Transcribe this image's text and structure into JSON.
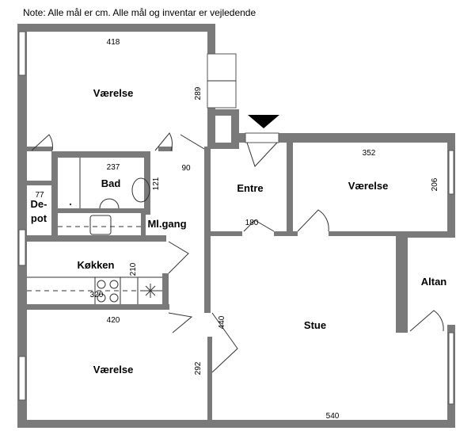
{
  "note": "Note: Alle mål er cm. Alle mål og inventar er vejledende",
  "rooms": {
    "vaerelse_top": "Værelse",
    "bad": "Bad",
    "depot_1": "De-",
    "depot_2": "pot",
    "ml_gang": "Ml.gang",
    "koekken": "Køkken",
    "vaerelse_bottom": "Værelse",
    "entre": "Entre",
    "vaerelse_right": "Værelse",
    "altan": "Altan",
    "stue": "Stue"
  },
  "dimensions": {
    "d418": "418",
    "d289": "289",
    "d237": "237",
    "d121": "121",
    "d90": "90",
    "d77": "77",
    "d210": "210",
    "d320": "320",
    "d420": "420",
    "d292": "292",
    "d180": "180",
    "d352": "352",
    "d206": "206",
    "d440": "440",
    "d540": "540"
  },
  "colors": {
    "wall": "#7a7a7a"
  }
}
